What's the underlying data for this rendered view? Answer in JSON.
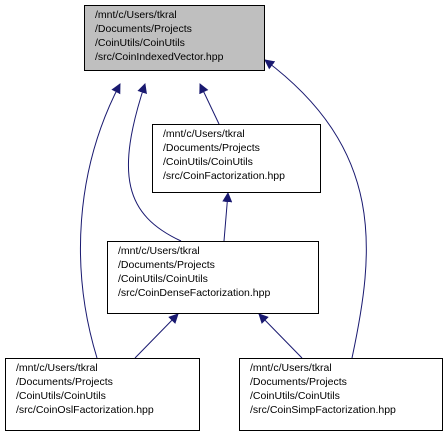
{
  "nodes": [
    {
      "id": "indexed_vector",
      "lines": [
        "/mnt/c/Users/tkral",
        "/Documents/Projects",
        "/CoinUtils/CoinUtils",
        "/src/CoinIndexedVector.hpp"
      ],
      "highlighted": true
    },
    {
      "id": "factorization",
      "lines": [
        "/mnt/c/Users/tkral",
        "/Documents/Projects",
        "/CoinUtils/CoinUtils",
        "/src/CoinFactorization.hpp"
      ],
      "highlighted": false
    },
    {
      "id": "dense_factorization",
      "lines": [
        "/mnt/c/Users/tkral",
        "/Documents/Projects",
        "/CoinUtils/CoinUtils",
        "/src/CoinDenseFactorization.hpp"
      ],
      "highlighted": false
    },
    {
      "id": "osl_factorization",
      "lines": [
        "/mnt/c/Users/tkral",
        "/Documents/Projects",
        "/CoinUtils/CoinUtils",
        "/src/CoinOslFactorization.hpp"
      ],
      "highlighted": false
    },
    {
      "id": "simp_factorization",
      "lines": [
        "/mnt/c/Users/tkral",
        "/Documents/Projects",
        "/CoinUtils/CoinUtils",
        "/src/CoinSimpFactorization.hpp"
      ],
      "highlighted": false
    }
  ],
  "edges": [
    {
      "from": "factorization",
      "to": "indexed_vector"
    },
    {
      "from": "dense_factorization",
      "to": "indexed_vector"
    },
    {
      "from": "osl_factorization",
      "to": "indexed_vector"
    },
    {
      "from": "simp_factorization",
      "to": "indexed_vector"
    },
    {
      "from": "dense_factorization",
      "to": "factorization"
    },
    {
      "from": "osl_factorization",
      "to": "dense_factorization"
    },
    {
      "from": "simp_factorization",
      "to": "dense_factorization"
    }
  ],
  "colors": {
    "edge": "#191970",
    "node_border": "#000000",
    "focus_fill": "#bfbfbf",
    "node_fill": "#ffffff"
  }
}
